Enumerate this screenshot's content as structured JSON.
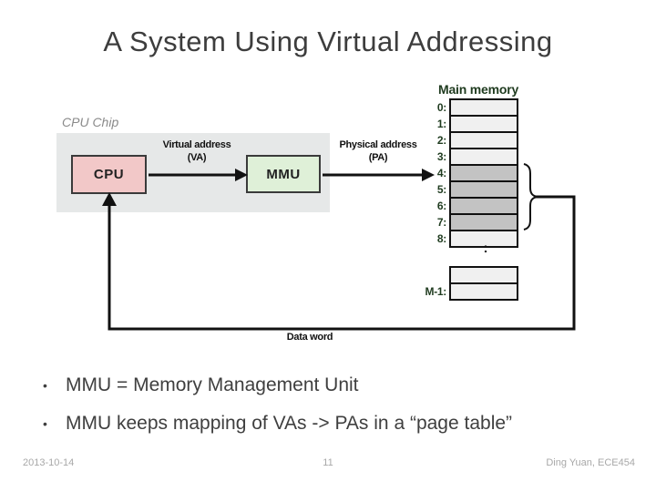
{
  "slide": {
    "title": "A System Using Virtual Addressing"
  },
  "diagram": {
    "chip_label": "CPU Chip",
    "cpu_label": "CPU",
    "mmu_label": "MMU",
    "va_label": "Virtual address",
    "va_abbr": "(VA)",
    "pa_label": "Physical address",
    "pa_abbr": "(PA)",
    "memory_title": "Main memory",
    "ellipsis": ":",
    "data_word_label": "Data word",
    "memory_rows": [
      {
        "label": "0:",
        "shade": "light"
      },
      {
        "label": "1:",
        "shade": "light"
      },
      {
        "label": "2:",
        "shade": "light"
      },
      {
        "label": "3:",
        "shade": "light"
      },
      {
        "label": "4:",
        "shade": "dark"
      },
      {
        "label": "5:",
        "shade": "dark"
      },
      {
        "label": "6:",
        "shade": "dark"
      },
      {
        "label": "7:",
        "shade": "dark"
      },
      {
        "label": "8:",
        "shade": "light"
      }
    ],
    "tail_rows": [
      {
        "label": "",
        "shade": "light"
      },
      {
        "label": "M-1:",
        "shade": "light"
      }
    ]
  },
  "bullets": {
    "marker": "•",
    "items": [
      "MMU = Memory Management Unit",
      "MMU keeps mapping of VAs -> PAs in a “page table”"
    ]
  },
  "footer": {
    "date": "2013-10-14",
    "page": "11",
    "credit": "Ding Yuan, ECE454"
  },
  "colors": {
    "title_text": "#3d3d3d",
    "body_text": "#3f3f3f",
    "footer_text": "#a8a8a8",
    "green_label": "#1f3b1f",
    "chip_fill": "#e6e8e8",
    "cpu_fill": "#f2c8c8",
    "mmu_fill": "#dff0d8",
    "memory_light": "#f0f0f0",
    "memory_dark": "#c3c3c3",
    "line": "#111111",
    "chip_label_text": "#8a8a8a"
  }
}
